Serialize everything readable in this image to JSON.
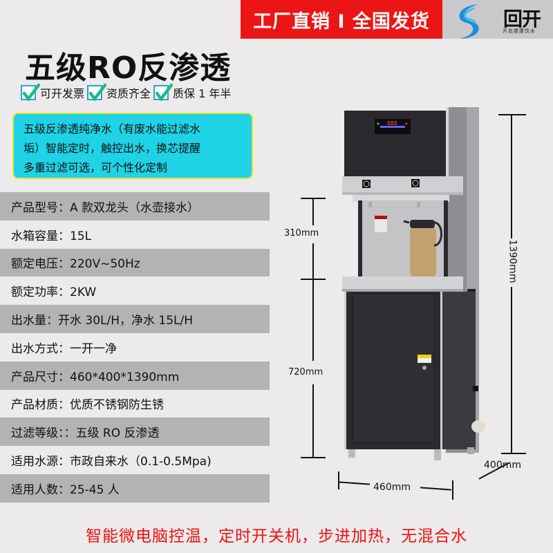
{
  "header": {
    "banner_text": "工厂直销 I 全国发货",
    "brand_name": "回开",
    "brand_slogan": "开启健康饮水",
    "colors": {
      "banner_bg": "#ec1515",
      "brand_bg": "#c9c9cb"
    }
  },
  "title": "五级RO反渗透",
  "badges": [
    {
      "icon": "check-icon",
      "label": "可开发票"
    },
    {
      "icon": "check-icon",
      "label": "资质齐全"
    },
    {
      "icon": "check-icon",
      "label": "质保 1 年半"
    }
  ],
  "feature_box": {
    "lines": [
      "五级反渗透纯净水（有废水能过滤水",
      "垢）智能定时，触控出水，换芯提醒",
      "多重过滤可选，可个性化定制"
    ],
    "colors": {
      "bg": "#1fd2e6",
      "border": "#e5e626"
    }
  },
  "specs": [
    {
      "text": "产品型号：A 款双龙头（水壶接水）"
    },
    {
      "text": "水箱容量：15L"
    },
    {
      "text": "额定电压：220V~50Hz"
    },
    {
      "text": "额定功率：2KW"
    },
    {
      "text": "出水量：开水 30L/H，净水 15L/H"
    },
    {
      "text": "出水方式：一开一净"
    },
    {
      "text": "产品尺寸：460*400*1390mm"
    },
    {
      "text": "产品材质：优质不锈钢防生锈"
    },
    {
      "text": "过滤等级：：五级 RO 反渗透"
    },
    {
      "text": "适用水源：市政自来水（0.1-0.5Mpa)"
    },
    {
      "text": "适用人数：25-45 人"
    }
  ],
  "dimensions": {
    "total_height": "1390mm",
    "upper_height": "310mm",
    "lower_height": "720mm",
    "width": "460mm",
    "depth": "400mm"
  },
  "display_panel": {
    "digits": "088"
  },
  "bottom_slogan": "智能微电脑控温，定时开关机，步进加热，无混合水"
}
